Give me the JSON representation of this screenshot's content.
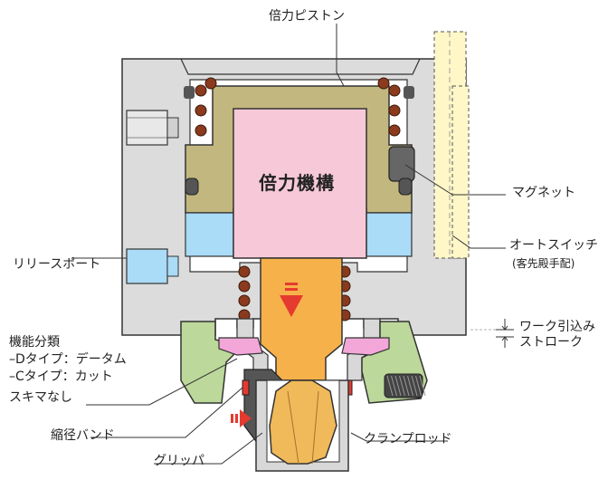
{
  "labels": {
    "booster_piston": "倍力ピストン",
    "booster_mechanism": "倍力機構",
    "magnet": "マグネット",
    "auto_switch": "オートスイッチ",
    "auto_switch_note": "(客先殿手配)",
    "release_port": "リリースポート",
    "workpiece_stroke_1": "ワーク引込み",
    "workpiece_stroke_2": "ストローク",
    "function_class_title": "機能分類",
    "function_class_d": "–Dタイプ：データム",
    "function_class_c": "–Cタイプ：カット",
    "no_gap": "スキマなし",
    "shrink_band": "縮径バンド",
    "gripper": "グリッパ",
    "clamp_rod": "クランプロッド"
  },
  "colors": {
    "body_gray": "#dcdcdc",
    "outline": "#333333",
    "piston_olive": "#c2b77e",
    "mechanism_pink": "#f7c9d8",
    "port_blue": "#aadbf7",
    "rod_orange": "#f7b14a",
    "collar_green": "#bcd89a",
    "ring_pink": "#f2a7d8",
    "switch_yellow": "#fff7c8",
    "arrow_red": "#e53a2f",
    "spring_brown": "#8b3a1e"
  }
}
